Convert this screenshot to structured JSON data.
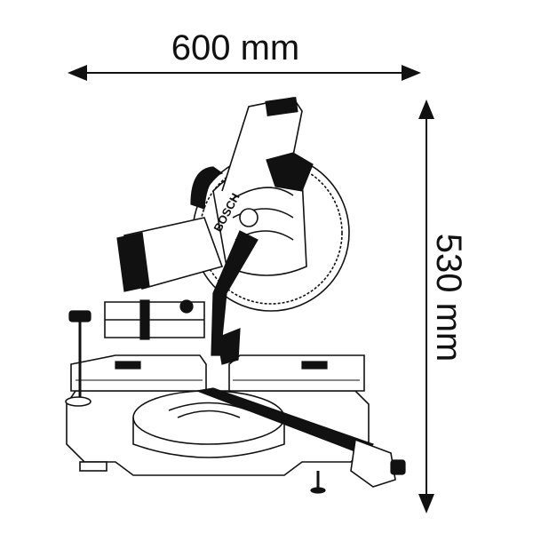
{
  "dimensions": {
    "width_label": "600 mm",
    "height_label": "530 mm"
  },
  "product": {
    "brand_label": "BOSCH"
  },
  "colors": {
    "line": "#111111",
    "background": "#ffffff"
  }
}
